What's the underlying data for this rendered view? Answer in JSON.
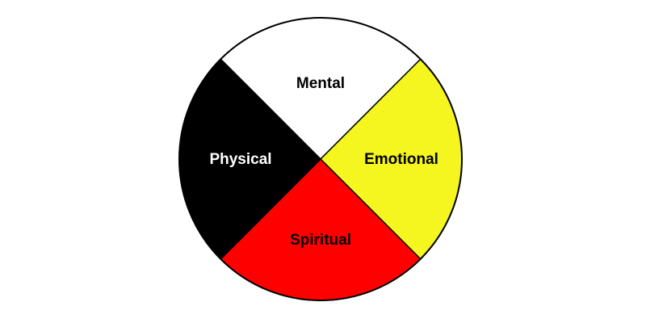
{
  "wheel": {
    "quadrants": [
      {
        "id": "north",
        "label": "Mental",
        "fill": "#ffffff",
        "text_color": "#000000"
      },
      {
        "id": "east",
        "label": "Emotional",
        "fill": "#f5f51f",
        "text_color": "#000000"
      },
      {
        "id": "south",
        "label": "Spiritual",
        "fill": "#ff0000",
        "text_color": "#000000"
      },
      {
        "id": "west",
        "label": "Physical",
        "fill": "#000000",
        "text_color": "#ffffff"
      }
    ],
    "outline_color": "#000000"
  }
}
